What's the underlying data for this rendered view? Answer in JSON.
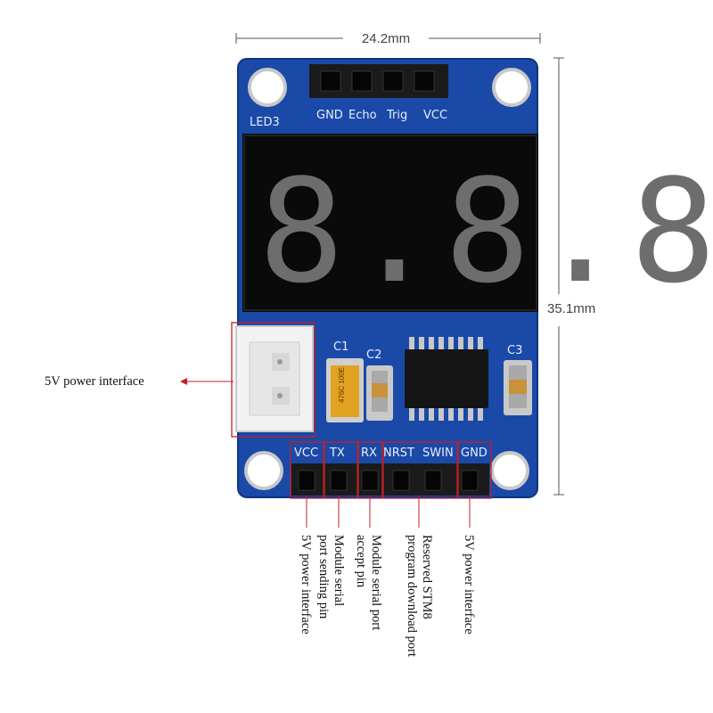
{
  "dimensions": {
    "width_label": "24.2mm",
    "height_label": "35.1mm"
  },
  "board": {
    "pcb_color": "#1a49a8",
    "header_top_labels": [
      "GND",
      "Echo",
      "Trig",
      "VCC"
    ],
    "display_label": "LED3",
    "display_digits": "8.8.8.",
    "segment_color": "#7a7a7a",
    "component_labels": {
      "c1": "C1",
      "c2": "C2",
      "c3": "C3"
    },
    "c1_marking": "476C 100E",
    "bottom_pin_labels": [
      "VCC",
      "TX",
      "RX",
      "NRST",
      "SWIN",
      "GND"
    ]
  },
  "annotations": {
    "power_interface_left": "5V power interface",
    "vcc_pin": "5V power interface",
    "tx_pin": [
      "Module serial",
      "port sending pin"
    ],
    "rx_pin": [
      "Module serial port",
      "accept pin"
    ],
    "stm8_pins": [
      "Reserved STM8",
      "program download port"
    ],
    "gnd_pin": "5V power interface"
  },
  "colors": {
    "highlight_box": "#c0202a",
    "arrow": "#c0202a"
  }
}
